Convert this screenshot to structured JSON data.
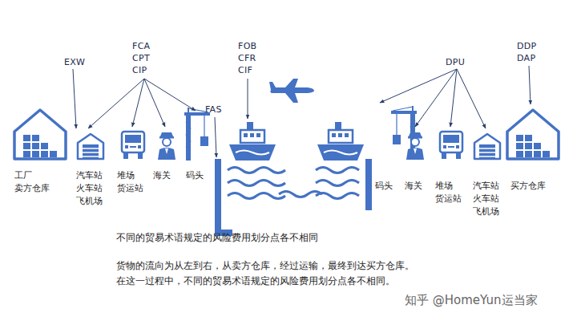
{
  "diagram": {
    "title": "不同的贸易术语规定的风险费用划分点各不相同",
    "caption": "货物的流向为从左到右，从卖方仓库，经过运输，最终到达买方仓库。在这一过程中，不同的贸易术语规定的风险费用划分点各不相同。",
    "labels": [
      "EXW",
      "FCA",
      "CPT",
      "CIP",
      "FAS",
      "FOB",
      "CFR",
      "CIF",
      "DPU",
      "DDP",
      "DAP",
      "工厂 卖方仓库",
      "汽车站 火车站 飞机场",
      "堆场 货运站",
      "海关",
      "码头",
      "码头",
      "海关",
      "堆场 货运站",
      "汽车站 火车站 飞机场",
      "买方仓库",
      "知乎 @HomeYun运当家"
    ]
  }
}
